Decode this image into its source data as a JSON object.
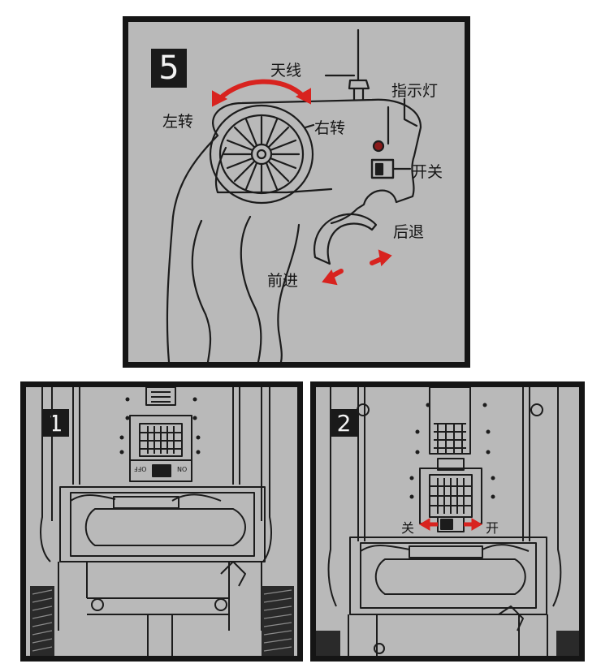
{
  "panel5": {
    "number": "5",
    "antenna": "天线",
    "indicator": "指示灯",
    "left_turn": "左转",
    "right_turn": "右转",
    "switch": "开关",
    "reverse": "后退",
    "forward": "前进"
  },
  "panel1": {
    "number": "1",
    "switch_on_mark": "ON",
    "switch_off_mark": "OFF"
  },
  "panel2": {
    "number": "2",
    "off": "关",
    "on": "开"
  },
  "colors": {
    "arrow": "#d8231f",
    "panel_bg": "#b9b9b9",
    "frame": "#151515"
  }
}
